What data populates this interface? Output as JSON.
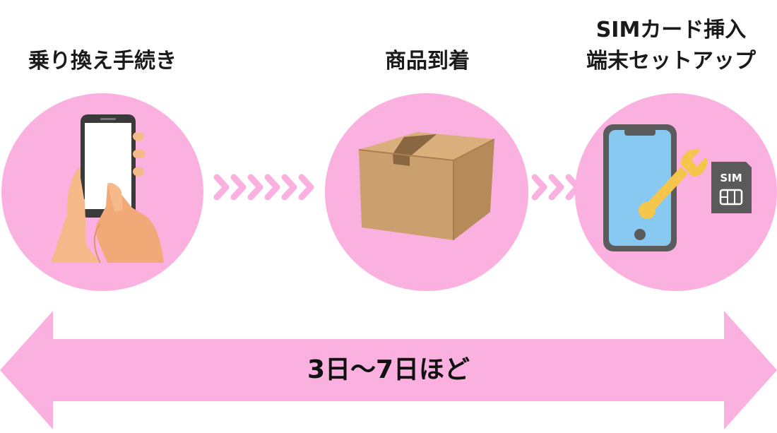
{
  "steps": [
    {
      "title": "乗り換え手続き",
      "icon": "hand-holding-smartphone-icon"
    },
    {
      "title": "商品到着",
      "icon": "cardboard-box-icon"
    },
    {
      "title_line1": "SIMカード挿入",
      "title_line2": "端末セットアップ",
      "icon": "phone-wrench-sim-icon",
      "sim_label": "SIM"
    }
  ],
  "connectors": [
    {
      "count": 6,
      "icon": "chevrons-right-icon"
    },
    {
      "count": 3,
      "icon": "chevrons-right-icon"
    }
  ],
  "timeline": {
    "label": "3日〜7日ほど",
    "icon": "double-headed-arrow-icon"
  },
  "colors": {
    "pink": "#fbb1df",
    "text": "#1a1a1a"
  }
}
